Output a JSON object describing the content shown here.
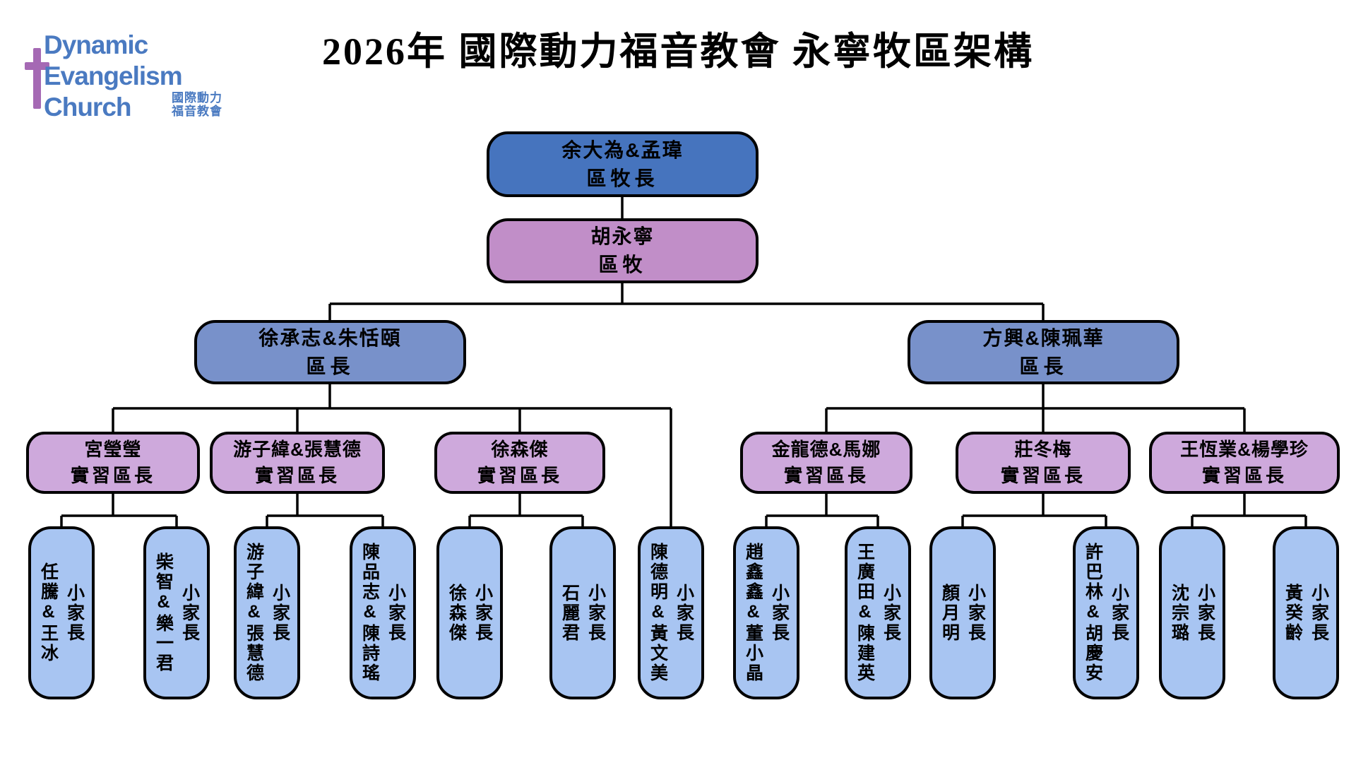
{
  "header": {
    "title": "2026年 國際動力福音教會 永寧牧區架構",
    "logo": {
      "line1": "Dynamic",
      "line2": "Evangelism",
      "line3": "Church",
      "cjk_line1": "國際動力",
      "cjk_line2": "福音教會",
      "cross_icon": "cross",
      "text_color": "#4A7AC1",
      "cross_color": "#A569B4"
    }
  },
  "colors": {
    "level1_fill": "#4674BE",
    "level2_fill": "#C18EC8",
    "level3_fill": "#7891CA",
    "level4_fill": "#CEA9DC",
    "leaf_fill": "#A8C5F2",
    "border": "#000000"
  },
  "org": {
    "root": {
      "name": "余大為&孟瑋",
      "title": "區牧長"
    },
    "pastor": {
      "name": "胡永寧",
      "title": "區牧"
    },
    "district_leaders": [
      {
        "name": "徐承志&朱恬頤",
        "title": "區長"
      },
      {
        "name": "方興&陳珮華",
        "title": "區長"
      }
    ],
    "intern_leaders": [
      {
        "name": "宮瑩瑩",
        "title": "實習區長"
      },
      {
        "name": "游子緯&張慧德",
        "title": "實習區長"
      },
      {
        "name": "徐森傑",
        "title": "實習區長"
      },
      {
        "name": "金龍德&馬娜",
        "title": "實習區長"
      },
      {
        "name": "莊冬梅",
        "title": "實習區長"
      },
      {
        "name": "王恆業&楊學珍",
        "title": "實習區長"
      }
    ],
    "small_group_leaders": [
      {
        "name": "任騰&王冰",
        "title": "小家長"
      },
      {
        "name": "柴智&樂一君",
        "title": "小家長"
      },
      {
        "name": "游子緯&張慧德",
        "title": "小家長"
      },
      {
        "name": "陳品志&陳詩瑤",
        "title": "小家長"
      },
      {
        "name": "徐森傑",
        "title": "小家長"
      },
      {
        "name": "石麗君",
        "title": "小家長"
      },
      {
        "name": "陳德明&黃文美",
        "title": "小家長"
      },
      {
        "name": "趙鑫鑫&董小晶",
        "title": "小家長"
      },
      {
        "name": "王廣田&陳建英",
        "title": "小家長"
      },
      {
        "name": "顏月明",
        "title": "小家長"
      },
      {
        "name": "許巴林&胡慶安",
        "title": "小家長"
      },
      {
        "name": "沈宗璐",
        "title": "小家長"
      },
      {
        "name": "黃癸齡",
        "title": "小家長"
      }
    ]
  }
}
